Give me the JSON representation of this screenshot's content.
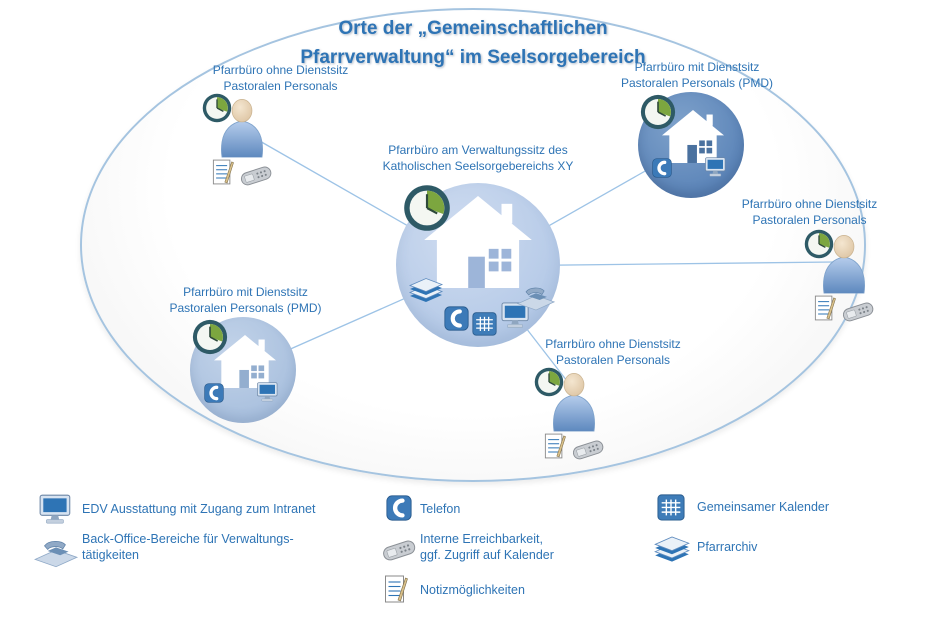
{
  "title": "Orte der „Gemeinschaftlichen\nPfarrverwaltung“ im Seelsorgebereich",
  "central": {
    "label": "Pfarrbüro am Verwaltungssitz des\nKatholischen Seelsorgebereichs XY"
  },
  "satellites": {
    "top_left": {
      "type": "person-office",
      "label": "Pfarrbüro ohne Dienstsitz\nPastoralen Personals"
    },
    "top_right": {
      "type": "pmd-office",
      "label": "Pfarrbüro mit Dienstsitz\nPastoralen Personals (PMD)"
    },
    "right": {
      "type": "person-office",
      "label": "Pfarrbüro ohne Dienstsitz\nPastoralen Personals"
    },
    "bottom_left": {
      "type": "pmd-office",
      "label": "Pfarrbüro mit Dienstsitz\nPastoralen Personals (PMD)"
    },
    "bottom_center": {
      "type": "person-office",
      "label": "Pfarrbüro ohne Dienstsitz\nPastoralen Personals"
    }
  },
  "legend": {
    "edv": "EDV Ausstattung mit Zugang zum Intranet",
    "backoffice": "Back-Office-Bereiche für Verwaltungs-\ntätigkeiten",
    "telefon": "Telefon",
    "erreichbarkeit": "Interne Erreichbarkeit,\nggf. Zugriff auf Kalender",
    "notiz": "Notizmöglichkeiten",
    "kalender": "Gemeinsamer Kalender",
    "archiv": "Pfarrarchiv"
  },
  "colors": {
    "accent_blue": "#2E74B5",
    "central_circle": "#B4C9E7",
    "pmd_dark": "#5B84B8",
    "pmd_light": "#A9C0DE",
    "line": "#9DC3E6",
    "ellipse_border": "#A5C4E0"
  }
}
